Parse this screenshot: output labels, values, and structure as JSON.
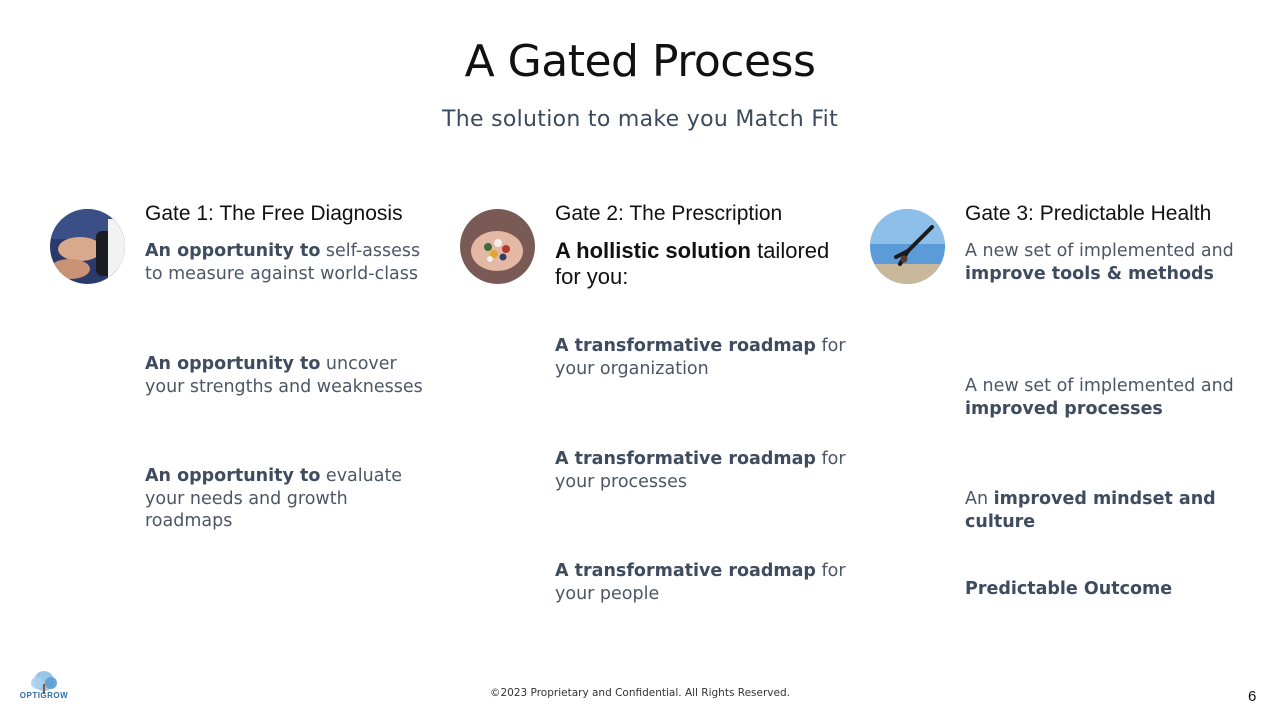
{
  "slide": {
    "title": "A Gated Process",
    "subtitle": "The solution to make you Match Fit",
    "footer": "©2023 Proprietary and Confidential. All Rights Reserved.",
    "page_number": "6",
    "logo_text": "OPTIGROW"
  },
  "gates": [
    {
      "title": "Gate 1: The Free Diagnosis",
      "items": [
        {
          "bold": "An opportunity to",
          "rest": " self-assess to measure against world-class"
        },
        {
          "bold": "An opportunity to",
          "rest": " uncover your strengths and weaknesses"
        },
        {
          "bold": "An opportunity to",
          "rest": " evaluate your needs and growth roadmaps"
        }
      ]
    },
    {
      "title": "Gate 2: The Prescription",
      "intro_bold": "A hollistic solution",
      "intro_rest": " tailored for you:",
      "items": [
        {
          "bold": "A transformative roadmap",
          "rest": " for your organization"
        },
        {
          "bold": "A transformative roadmap",
          "rest": " for your processes"
        },
        {
          "bold": "A transformative roadmap",
          "rest": " for your people"
        }
      ]
    },
    {
      "title": "Gate 3: Predictable Health",
      "items": [
        {
          "pre": "A new set of implemented and ",
          "bold": "improve tools & methods"
        },
        {
          "pre": "A new set of implemented and ",
          "bold": "improved processes"
        },
        {
          "pre": "An ",
          "bold": "improved mindset and culture"
        },
        {
          "pre": "",
          "bold": "Predictable Outcome"
        }
      ]
    }
  ]
}
